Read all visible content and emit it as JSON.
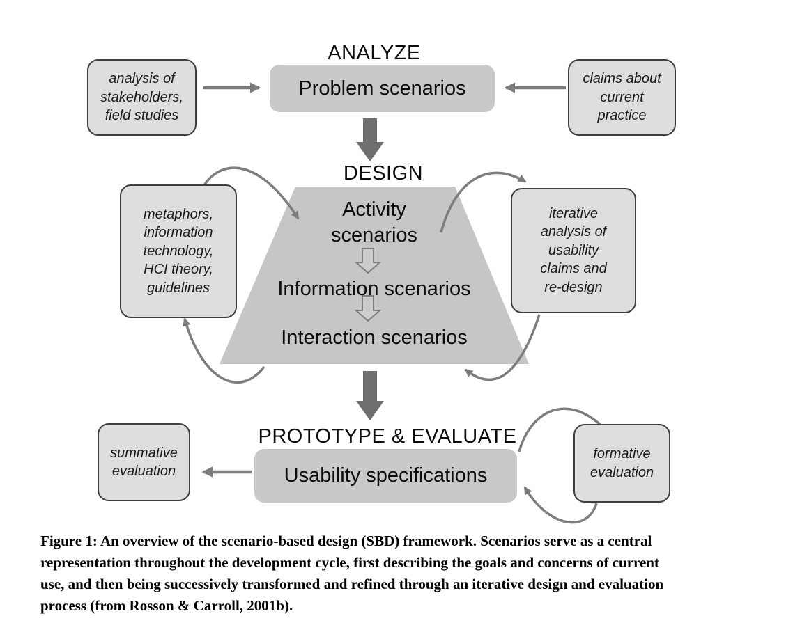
{
  "figure": {
    "analyze": {
      "heading": "ANALYZE",
      "main_box": "Problem scenarios",
      "note_left_lines": [
        "analysis of",
        "stakeholders,",
        "field studies"
      ],
      "note_right_lines": [
        "claims about",
        "current",
        "practice"
      ]
    },
    "design": {
      "heading": "DESIGN",
      "trapezoid_items": [
        "Activity scenarios",
        "Information scenarios",
        "Interaction scenarios"
      ],
      "note_left_lines": [
        "metaphors,",
        "information",
        "technology,",
        "HCI theory,",
        "guidelines"
      ],
      "note_right_lines": [
        "iterative",
        "analysis of",
        "usability",
        "claims and",
        "re-design"
      ]
    },
    "prototype": {
      "heading": "PROTOTYPE & EVALUATE",
      "main_box": "Usability specifications",
      "note_left_lines": [
        "summative",
        "evaluation"
      ],
      "note_right_lines": [
        "formative",
        "evaluation"
      ]
    },
    "caption_lines": [
      "Figure 1: An overview of the scenario-based design (SBD) framework.  Scenarios serve as a central",
      "representation throughout the development cycle, first describing the goals and concerns of current",
      "use, and then being successively transformed and refined through an iterative design and evaluation",
      "process (from Rosson & Carroll, 2001b)."
    ]
  },
  "colors": {
    "text_color": "#111111",
    "box_fill": "#c9c9c9",
    "trapezoid_fill": "#c6c6c6",
    "note_fill": "#dedede",
    "note_border": "#3f3f3f",
    "arrow_color": "#7d7d7d",
    "thick_arrow_color": "#6f6f6f",
    "small_arrow_fill": "#cdcdcd"
  }
}
